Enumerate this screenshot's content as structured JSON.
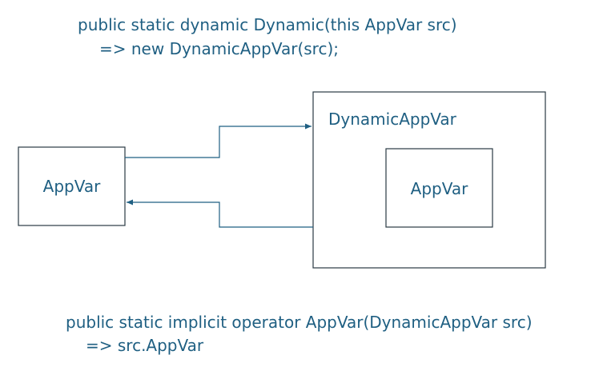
{
  "colors": {
    "text": "#1f5f82",
    "box_stroke": "#2a3a44",
    "connector": "#1f5f82",
    "background": "#ffffff"
  },
  "code_top": {
    "line1": "public static dynamic Dynamic(this AppVar src)",
    "line2": "=> new DynamicAppVar(src);"
  },
  "code_bottom": {
    "line1": "public static implicit operator AppVar(DynamicAppVar src)",
    "line2": "=> src.AppVar"
  },
  "nodes": {
    "appvar_left": {
      "label": "AppVar"
    },
    "dynamic_outer": {
      "label": "DynamicAppVar"
    },
    "appvar_inner": {
      "label": "AppVar"
    }
  },
  "edges": [
    {
      "from": "appvar_left",
      "to": "dynamic_outer",
      "direction": "right"
    },
    {
      "from": "dynamic_outer",
      "to": "appvar_left",
      "direction": "left"
    }
  ]
}
